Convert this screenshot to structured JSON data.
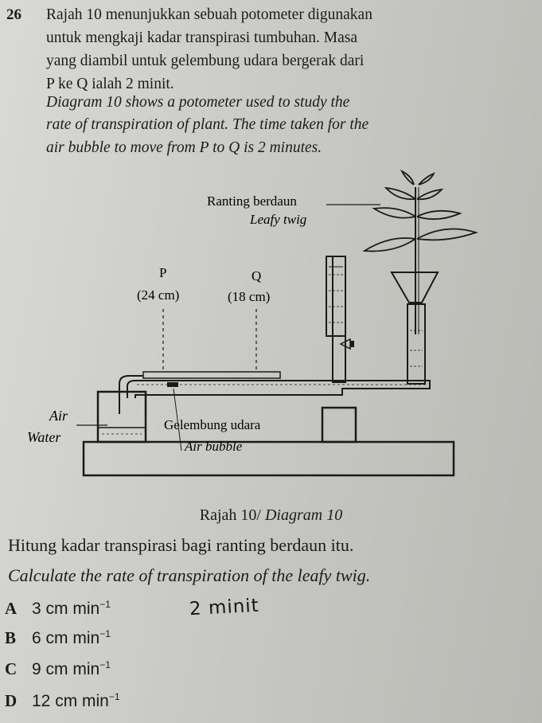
{
  "question": {
    "number": "26",
    "ms_lines": [
      "Rajah 10 menunjukkan sebuah potometer digunakan",
      "untuk mengkaji kadar transpirasi tumbuhan. Masa",
      "yang diambil untuk gelembung udara bergerak dari",
      "P ke Q ialah 2 minit."
    ],
    "en_lines": [
      "Diagram 10 shows a potometer used to study the",
      "rate of transpiration of plant. The time taken for the",
      "air bubble to move from P to Q is 2 minutes."
    ]
  },
  "diagram": {
    "labels": {
      "twig_ms": "Ranting berdaun",
      "twig_en": "Leafy twig",
      "p": "P",
      "q": "Q",
      "p_value": "(24 cm)",
      "q_value": "(18 cm)",
      "air": "Air",
      "water": "Water",
      "bubble_ms": "Gelembung udara",
      "bubble_en": "Air bubble"
    },
    "caption_ms": "Rajah 10/ ",
    "caption_en": "Diagram 10"
  },
  "prompt": {
    "ms": "Hitung kadar transpirasi bagi ranting berdaun itu.",
    "en": "Calculate the rate of transpiration of the leafy twig."
  },
  "options": [
    {
      "letter": "A",
      "value": "3 cm min",
      "exp": "−1"
    },
    {
      "letter": "B",
      "value": "6 cm min",
      "exp": "−1"
    },
    {
      "letter": "C",
      "value": "9 cm min",
      "exp": "−1"
    },
    {
      "letter": "D",
      "value": "12 cm min",
      "exp": "−1"
    }
  ],
  "annotation": "2 minit"
}
